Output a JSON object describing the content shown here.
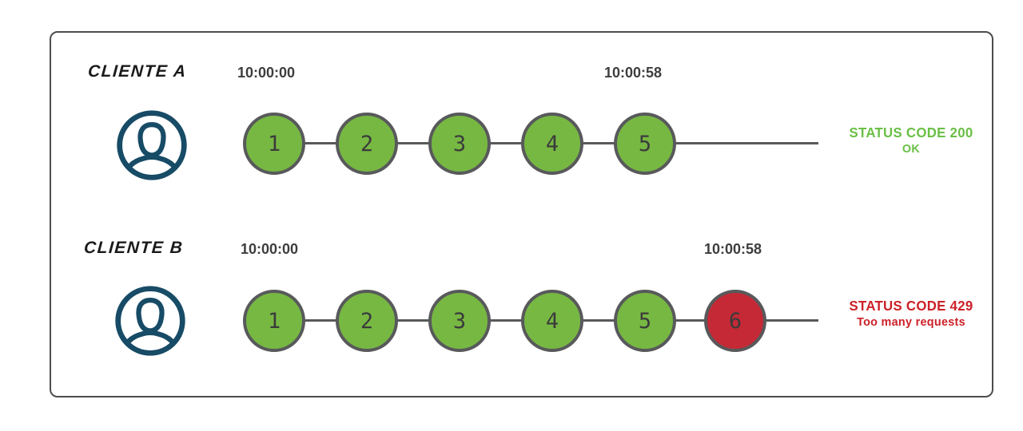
{
  "colors": {
    "circle_green": "#77b843",
    "circle_red": "#c42935",
    "circle_border_gray": "#58595b",
    "status_ok_green": "#6abf45",
    "status_error_red": "#cc2128",
    "avatar_navy": "#174b66",
    "frame_border_gray": "#4d4d4d",
    "timestamp_gray": "#3d3d3d"
  },
  "icons": {
    "avatar": "user-avatar-icon"
  },
  "rows": [
    {
      "client_label": "CLIENTE A",
      "start_time": "10:00:00",
      "end_time": "10:00:58",
      "requests": [
        "1",
        "2",
        "3",
        "4",
        "5"
      ],
      "status_line1": "STATUS CODE 200",
      "status_line2": "OK"
    },
    {
      "client_label": "CLIENTE B",
      "start_time": "10:00:00",
      "end_time": "10:00:58",
      "requests": [
        "1",
        "2",
        "3",
        "4",
        "5",
        "6"
      ],
      "status_line1": "STATUS CODE 429",
      "status_line2": "Too many requests"
    }
  ]
}
